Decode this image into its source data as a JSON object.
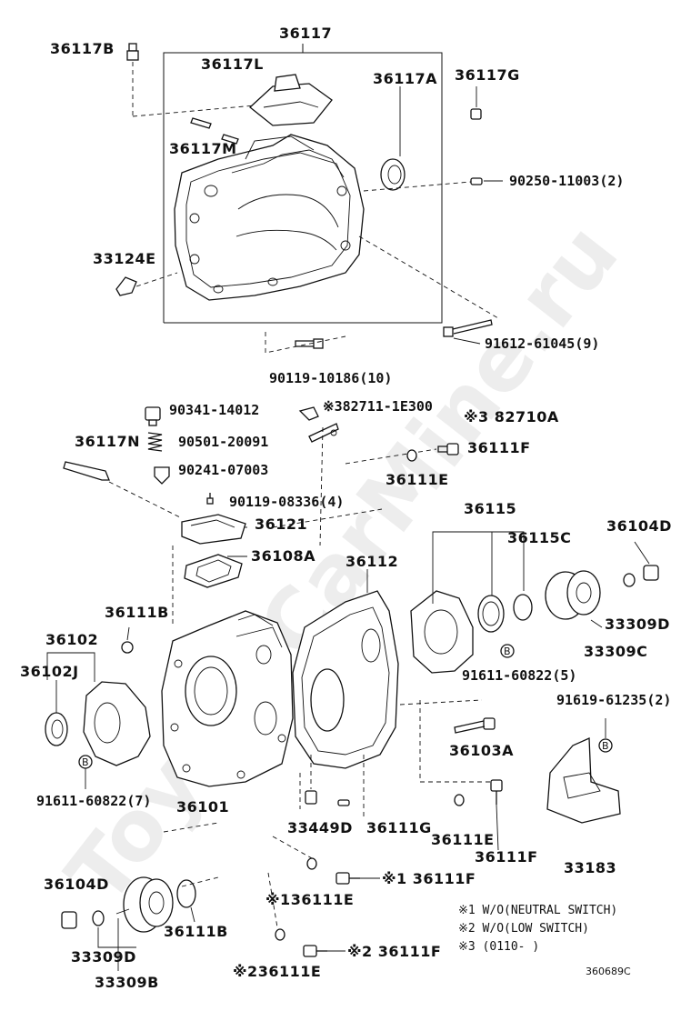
{
  "watermark": "ToyotaCarMine.ru",
  "image_code": "360689C",
  "labels": {
    "l36117": "36117",
    "l36117B": "36117B",
    "l36117L": "36117L",
    "l36117A": "36117A",
    "l36117G": "36117G",
    "l36117M": "36117M",
    "l90250": "90250-11003(2)",
    "l33124E": "33124E",
    "l91612": "91612-61045(9)",
    "l90119a": "90119-10186(10)",
    "l90341": "90341-14012",
    "l82711": "※382711-1E300",
    "l82710A": "※3 82710A",
    "l36117N": "36117N",
    "l90501": "90501-20091",
    "l36111F_a": "36111F",
    "l90241": "90241-07003",
    "l36111E_a": "36111E",
    "l90119b": "90119-08336(4)",
    "l36115": "36115",
    "l36121": "36121",
    "l36115C": "36115C",
    "l36104D_a": "36104D",
    "l36108A": "36108A",
    "l36112": "36112",
    "l36111B_a": "36111B",
    "l33309D_a": "33309D",
    "l36102": "36102",
    "l33309C": "33309C",
    "l36102J": "36102J",
    "l91611a": "91611-60822(5)",
    "l91619": "91619-61235(2)",
    "l36103A": "36103A",
    "l91611b": "91611-60822(7)",
    "l36101": "36101",
    "l33449D": "33449D",
    "l36111G": "36111G",
    "l36111E_b": "36111E",
    "l36111F_b": "36111F",
    "l33183": "33183",
    "l36111F_c": "※1 36111F",
    "l36104D_b": "36104D",
    "l36111E_c": "※136111E",
    "l36111B_b": "36111B",
    "l33309D_b": "33309D",
    "l36111F_d": "※2 36111F",
    "l33309B": "33309B",
    "l36111E_d": "※236111E"
  },
  "notes": {
    "n1": "※1 W/O(NEUTRAL SWITCH)",
    "n2": "※2 W/O(LOW SWITCH)",
    "n3": "※3 (0110-      )"
  },
  "circle_marker": "B"
}
